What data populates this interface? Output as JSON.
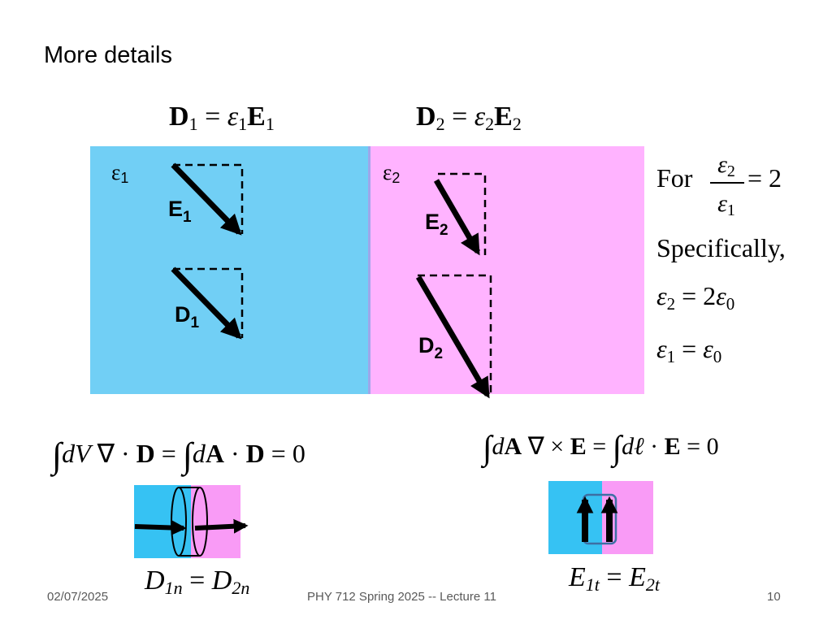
{
  "slide": {
    "title": "More details",
    "footer_date": "02/07/2025",
    "footer_center": "PHY 712  Spring 2025 -- Lecture 11",
    "page_number": "10"
  },
  "top_equations": {
    "left": {
      "sym": "D",
      "sub": "1",
      "eq": " = ",
      "eps": "ε",
      "eps_sub": "1",
      "sym2": "E",
      "sym2_sub": "1"
    },
    "right": {
      "sym": "D",
      "sub": "2",
      "eq": " = ",
      "eps": "ε",
      "eps_sub": "2",
      "sym2": "E",
      "sym2_sub": "2"
    }
  },
  "regions": {
    "left_label": {
      "sym": "ε",
      "sub": "1"
    },
    "right_label": {
      "sym": "ε",
      "sub": "2"
    },
    "left_color": "#71cff5",
    "right_color": "#ffb3ff",
    "e1_label": {
      "sym": "E",
      "sub": "1"
    },
    "d1_label": {
      "sym": "D",
      "sub": "1"
    },
    "e2_label": {
      "sym": "E",
      "sub": "2"
    },
    "d2_label": {
      "sym": "D",
      "sub": "2"
    }
  },
  "sidebar": {
    "for_text": "For",
    "ratio_num": {
      "sym": "ε",
      "sub": "2"
    },
    "ratio_den": {
      "sym": "ε",
      "sub": "1"
    },
    "ratio_value": "= 2",
    "specifically": "Specifically,",
    "line1": {
      "lhs": "ε",
      "lhs_sub": "2",
      "eq": " = 2",
      "rhs": "ε",
      "rhs_sub": "0"
    },
    "line2": {
      "lhs": "ε",
      "lhs_sub": "1",
      "eq": " = ",
      "rhs": "ε",
      "rhs_sub": "0"
    }
  },
  "bottom_left": {
    "integral1": "∫",
    "dV": "dV",
    "div": "  ∇ · ",
    "D": "D",
    "equals": " = ",
    "integral2": "∫",
    "dA": "d",
    "A": "A",
    "dot": " · ",
    "D2": "D",
    "zero": " = 0",
    "result": {
      "lhs": "D",
      "lhs_sub": "1n",
      "eq": " = ",
      "rhs": "D",
      "rhs_sub": "2n"
    }
  },
  "bottom_right": {
    "integral1": "∫",
    "dA_d": "d",
    "A": "A",
    "curl": "  ∇ × ",
    "E": "E",
    "equals": " = ",
    "integral2": "∫",
    "dl": "dℓ",
    "dot": " · ",
    "E2": "E",
    "zero": " = 0",
    "result": {
      "lhs": "E",
      "lhs_sub": "1t",
      "eq": " = ",
      "rhs": "E",
      "rhs_sub": "2t"
    }
  }
}
